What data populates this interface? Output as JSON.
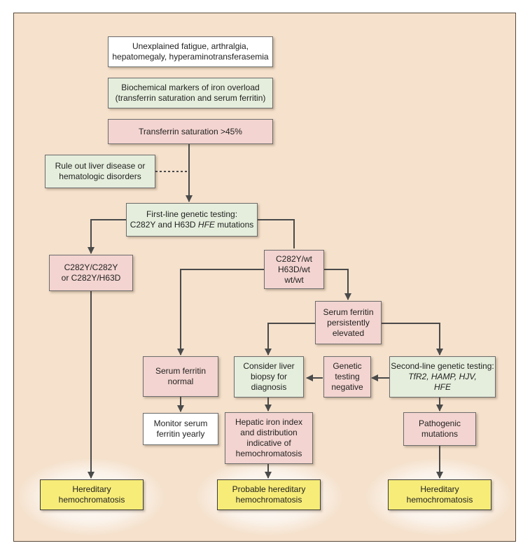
{
  "colors": {
    "background": "#f5e1cc",
    "start_box": "#ffffff",
    "green_box": "#e5eedc",
    "pink_box": "#f3d4d0",
    "outcome_box": "#f7ec78",
    "line": "#4a4a4a"
  },
  "nodes": {
    "start": {
      "line1": "Unexplained fatigue, arthralgia,",
      "line2": "hepatomegaly, hyperaminotransferasemia"
    },
    "biochem": {
      "line1": "Biochemical markers of iron overload",
      "line2": "(transferrin saturation and serum ferritin)"
    },
    "tsat": {
      "line1": "Transferrin saturation >45%"
    },
    "rule_out": {
      "line1": "Rule out liver disease or",
      "line2": "hematologic disorders"
    },
    "first_line": {
      "line1": "First-line genetic testing:",
      "line2_a": "C282Y and H63D ",
      "line2_b": "HFE",
      "line2_c": " mutations"
    },
    "homozygous": {
      "line1": "C282Y/C282Y",
      "line2": "or C282Y/H63D"
    },
    "other_genotypes": {
      "line1": "C282Y/wt",
      "line2": "H63D/wt",
      "line3": "wt/wt"
    },
    "ferritin_elevated": {
      "line1": "Serum ferritin",
      "line2": "persistently",
      "line3": "elevated"
    },
    "ferritin_normal": {
      "line1": "Serum ferritin",
      "line2": "normal"
    },
    "liver_biopsy": {
      "line1": "Consider liver",
      "line2": "biopsy for",
      "line3": "diagnosis"
    },
    "genetic_negative": {
      "line1": "Genetic",
      "line2": "testing",
      "line3": "negative"
    },
    "second_line": {
      "line1": "Second-line genetic testing:",
      "line2": "TfR2, HAMP, HJV,",
      "line3": "HFE"
    },
    "monitor": {
      "line1": "Monitor serum",
      "line2": "ferritin yearly"
    },
    "hepatic_index": {
      "line1": "Hepatic iron index",
      "line2": "and distribution",
      "line3": "indicative of",
      "line4": "hemochromatosis"
    },
    "pathogenic": {
      "line1": "Pathogenic",
      "line2": "mutations"
    },
    "outcome_left": {
      "line1": "Hereditary",
      "line2": "hemochromatosis"
    },
    "outcome_middle": {
      "line1": "Probable hereditary",
      "line2": "hemochromatosis"
    },
    "outcome_right": {
      "line1": "Hereditary",
      "line2": "hemochromatosis"
    }
  }
}
